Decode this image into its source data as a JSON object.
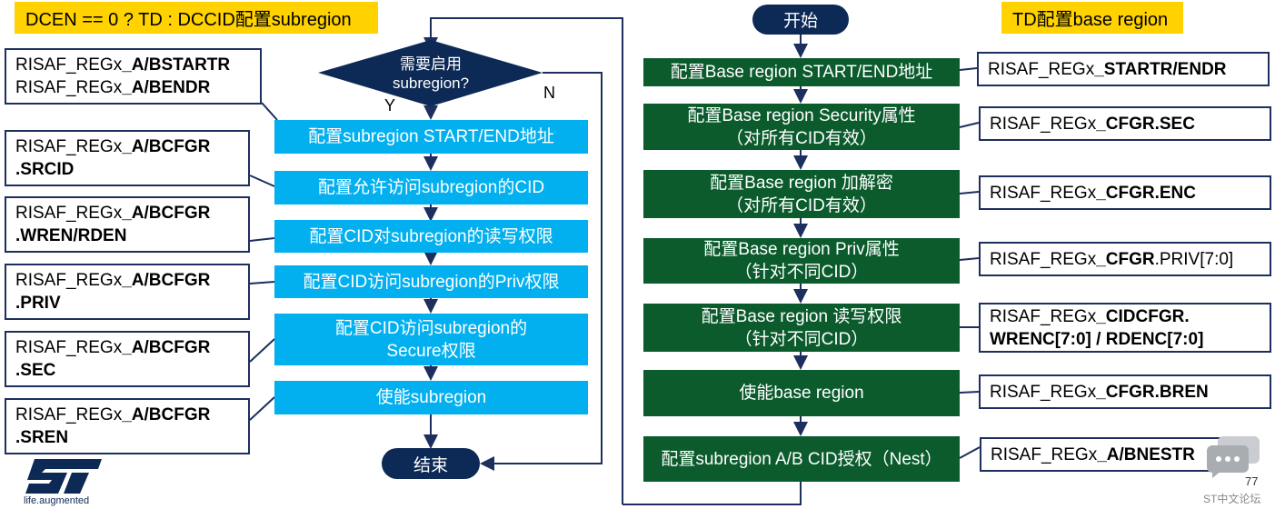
{
  "left_header": "DCEN == 0 ? TD : DCCID配置subregion",
  "right_header": "TD配置base region",
  "decision": {
    "line1": "需要启用",
    "line2": "subregion?",
    "yes": "Y",
    "no": "N"
  },
  "start_label": "开始",
  "end_label": "结束",
  "left_steps": [
    {
      "line1": "配置subregion START/END地址",
      "line2": ""
    },
    {
      "line1": "配置允许访问subregion的CID",
      "line2": ""
    },
    {
      "line1": "配置CID对subregion的读写权限",
      "line2": ""
    },
    {
      "line1": "配置CID访问subregion的Priv权限",
      "line2": ""
    },
    {
      "line1": "配置CID访问subregion的",
      "line2": "Secure权限"
    },
    {
      "line1": "使能subregion",
      "line2": ""
    }
  ],
  "left_notes": [
    {
      "l1a": "RISAF_REGx",
      "l1b": "_A/BSTARTR",
      "l2a": "RISAF_REGx",
      "l2b": "_A/BENDR"
    },
    {
      "l1a": "RISAF_REGx",
      "l1b": "_A/BCFGR",
      "l2a": "",
      "l2b": ".SRCID"
    },
    {
      "l1a": "RISAF_REGx",
      "l1b": "_A/BCFGR",
      "l2a": "",
      "l2b": ".WREN/RDEN"
    },
    {
      "l1a": "RISAF_REGx",
      "l1b": "_A/BCFGR",
      "l2a": "",
      "l2b": ".PRIV"
    },
    {
      "l1a": "RISAF_REGx",
      "l1b": "_A/BCFGR",
      "l2a": "",
      "l2b": ".SEC"
    },
    {
      "l1a": "RISAF_REGx",
      "l1b": "_A/BCFGR",
      "l2a": "",
      "l2b": ".SREN"
    }
  ],
  "right_steps": [
    {
      "line1": "配置Base region START/END地址",
      "line2": ""
    },
    {
      "line1": "配置Base region Security属性",
      "line2": "（对所有CID有效）"
    },
    {
      "line1": "配置Base region 加解密",
      "line2": "（对所有CID有效）"
    },
    {
      "line1": "配置Base region Priv属性",
      "line2": "（针对不同CID）"
    },
    {
      "line1": "配置Base region 读写权限",
      "line2": "（针对不同CID）"
    },
    {
      "line1": "使能base region",
      "line2": ""
    },
    {
      "line1": "配置subregion A/B CID授权（Nest）",
      "line2": ""
    }
  ],
  "right_notes": [
    {
      "plain": "RISAF_REGx",
      "bold": "_STARTR/ENDR",
      "tail": "",
      "line2": ""
    },
    {
      "plain": "RISAF_REGx",
      "bold": "_CFGR",
      "tail": ".SEC",
      "tail_bold": true,
      "line2": ""
    },
    {
      "plain": "RISAF_REGx",
      "bold": "_CFGR",
      "tail": ".ENC",
      "tail_bold": true,
      "line2": ""
    },
    {
      "plain": "RISAF_REGx",
      "bold": "_CFGR",
      "tail": ".PRIV[7:0]",
      "tail_bold": false,
      "line2": ""
    },
    {
      "plain": "RISAF_REGx",
      "bold": "_CIDCFGR.",
      "tail": "",
      "line2": "WRENC[7:0] / RDENC[7:0]"
    },
    {
      "plain": "RISAF_REGx",
      "bold": "_CFGR",
      "tail": ".BREN",
      "tail_bold": true,
      "line2": ""
    },
    {
      "plain": "RISAF_REGx",
      "bold": "_A/BNESTR",
      "tail": "",
      "line2": ""
    }
  ],
  "logo": {
    "mark": "ST",
    "tagline": "life.augmented"
  },
  "page_number": "77",
  "forum_label": "ST中文论坛",
  "colors": {
    "blue_step": "#03b0ef",
    "green_step": "#0b5b2d",
    "navy": "#0d2955",
    "header_yellow": "#ffd200"
  }
}
